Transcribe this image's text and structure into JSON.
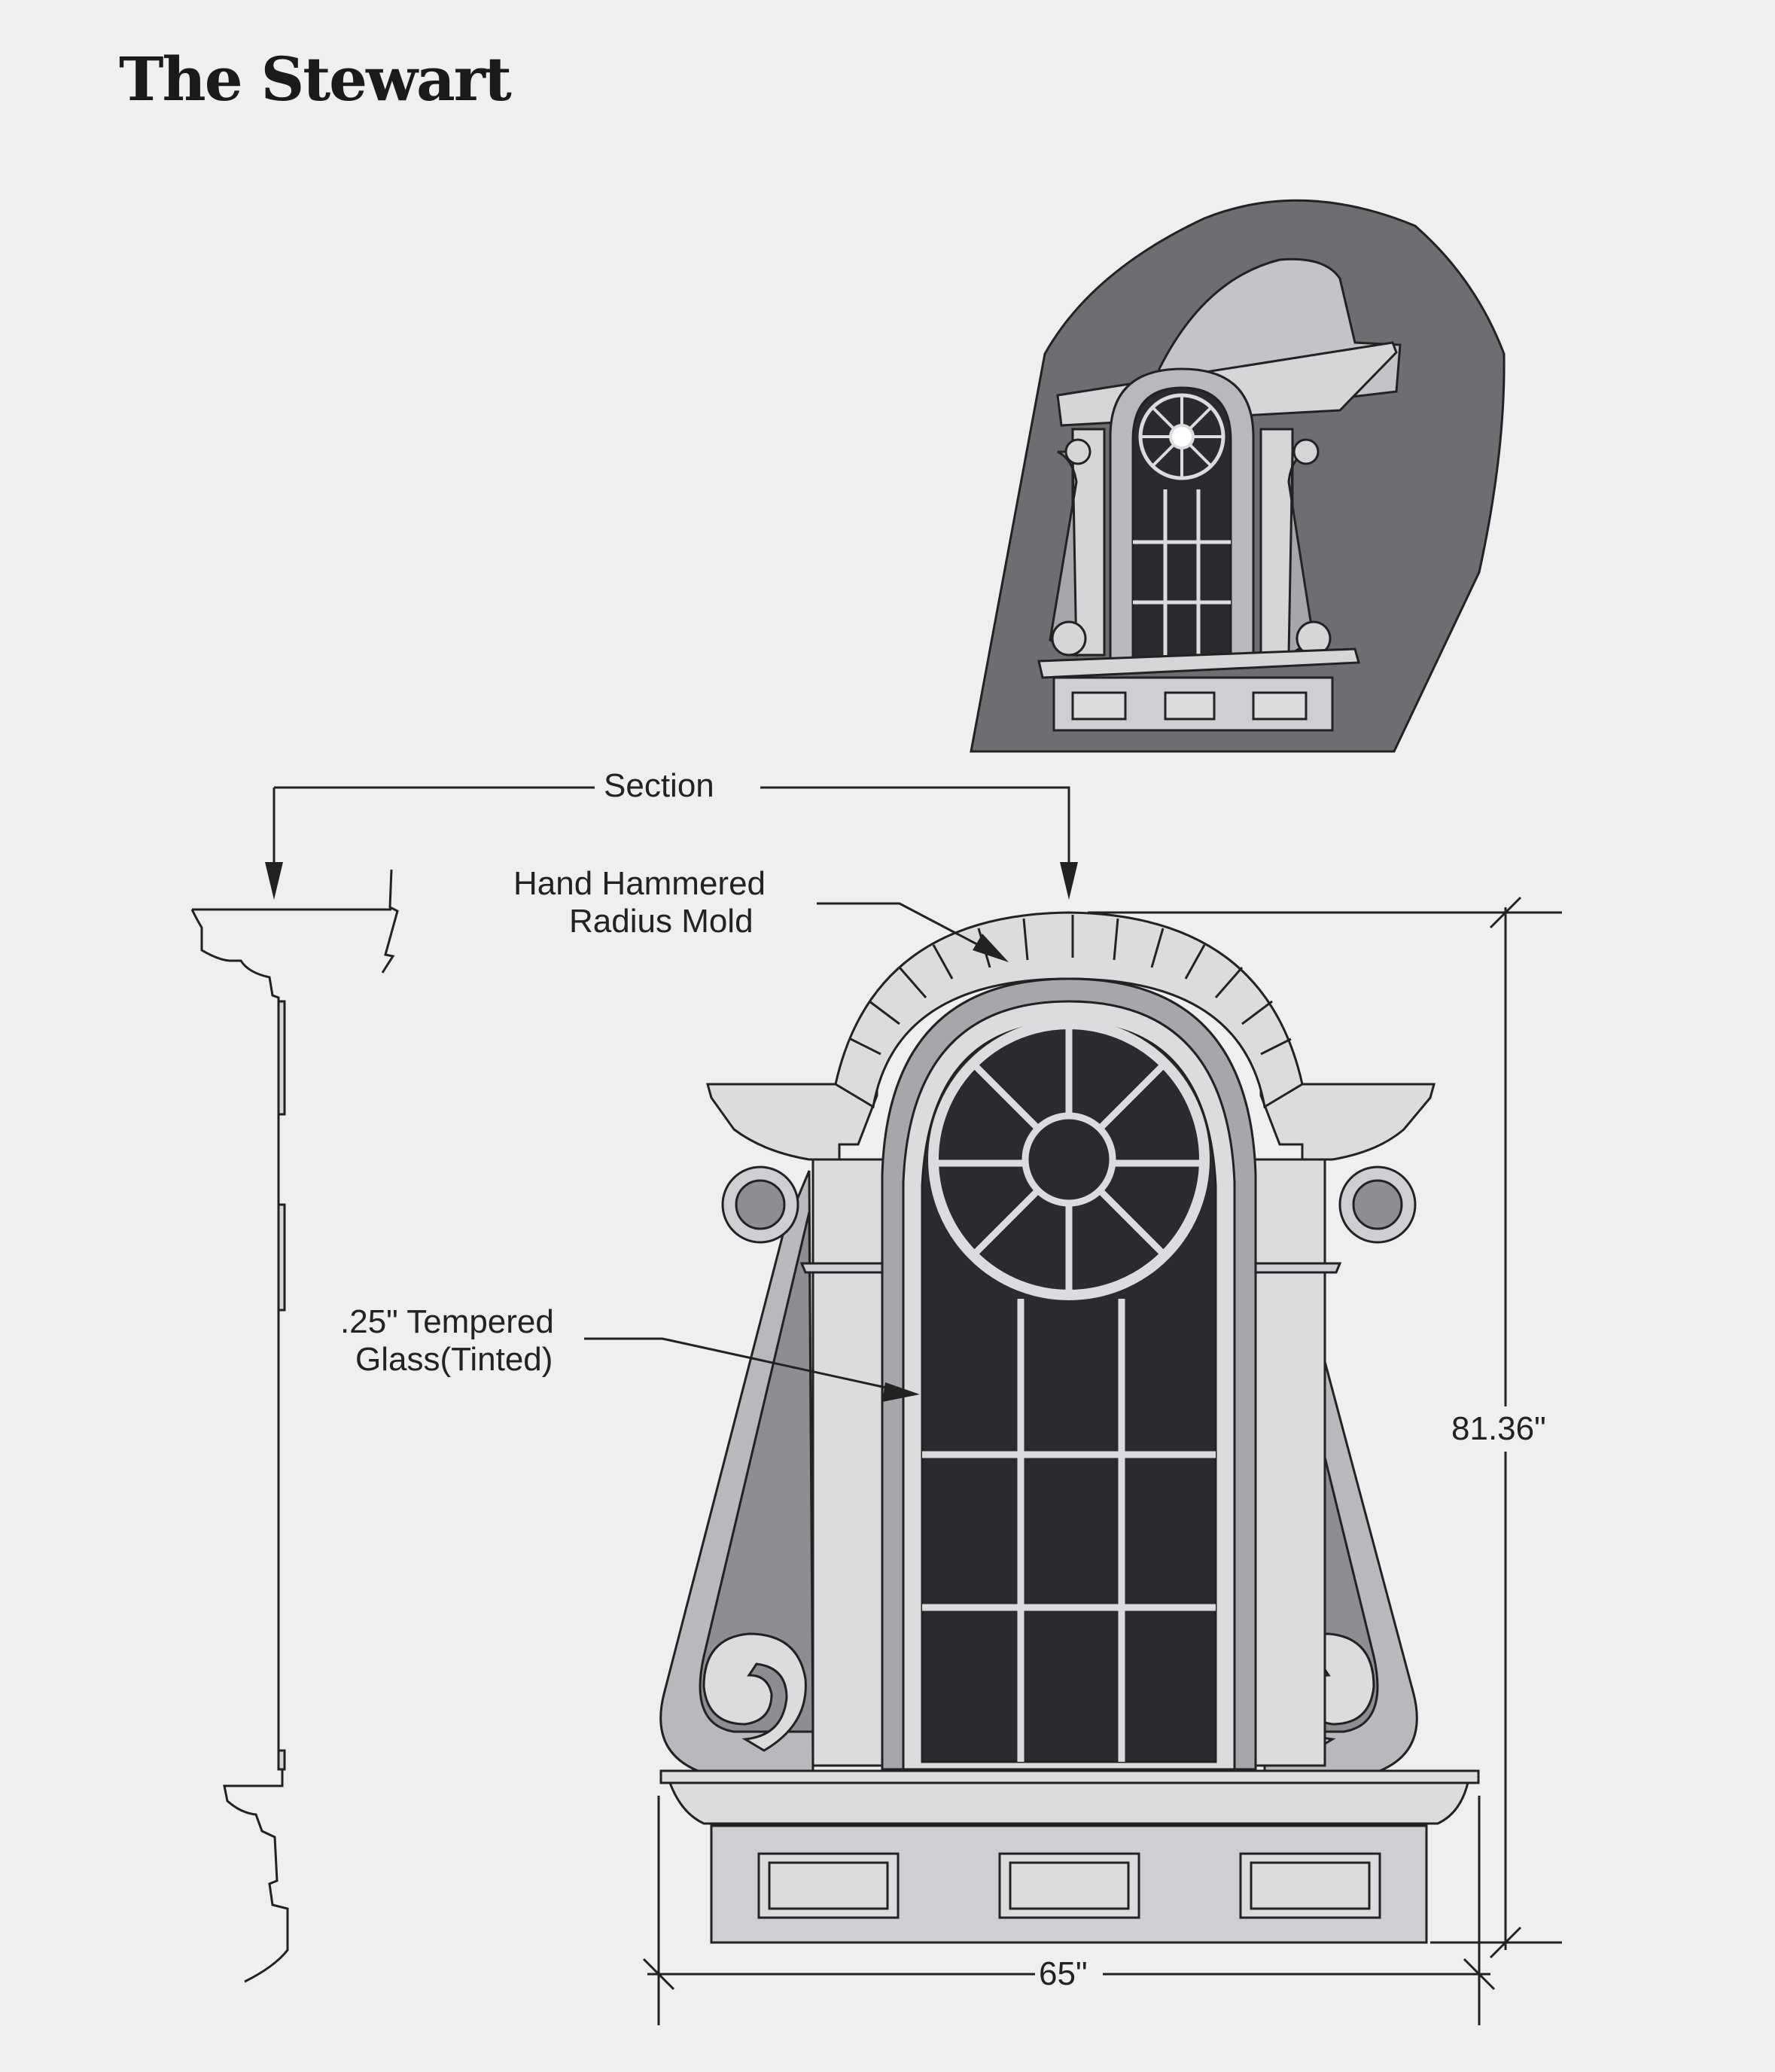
{
  "title": "The Stewart",
  "labels": {
    "section": "Section",
    "mold_line1": "Hand Hammered",
    "mold_line2": "Radius Mold",
    "glass_line1": ".25\" Tempered",
    "glass_line2": "Glass(Tinted)",
    "height_dim": "81.36\"",
    "width_dim": "65\""
  },
  "colors": {
    "background": "#efefef",
    "glass": "#2b2a2e",
    "trim_light": "#dcdcdf",
    "trim_mid": "#b9b9bd",
    "trim_dark": "#8d8d92",
    "roof": "#6e6e72"
  }
}
